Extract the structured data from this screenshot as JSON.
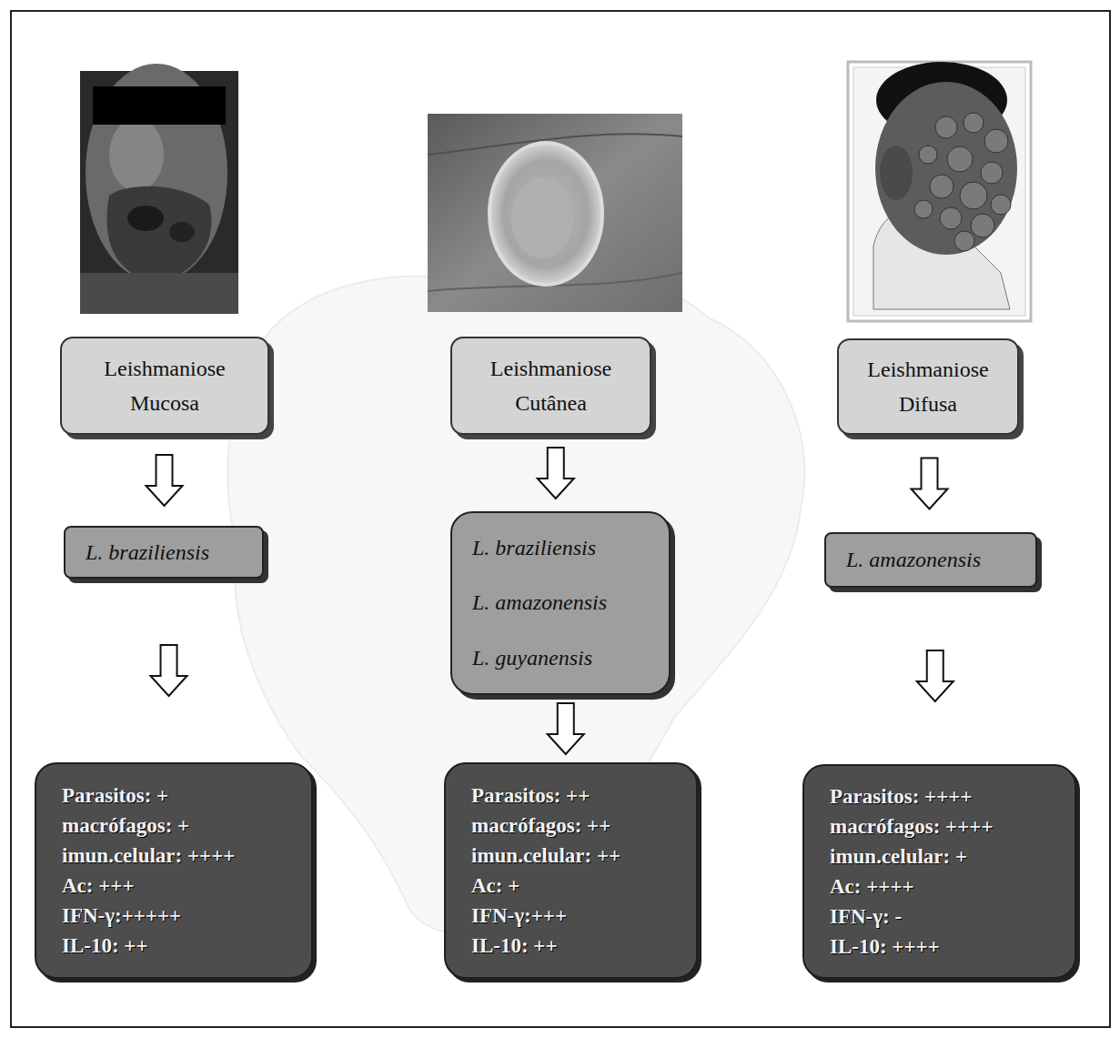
{
  "diagram": {
    "nodes": [
      {
        "text": [
          "Leishmaniose Mucosa"
        ]
      },
      {
        "text": [
          "Leishmaniose Cutânea"
        ]
      },
      {
        "text": [
          "Leishmaniose Difusa"
        ]
      },
      {
        "text": [
          "L. braziliensis"
        ]
      },
      {
        "text": [
          "L. braziliensis",
          "L. amazonensis",
          "L. guyanensis"
        ]
      },
      {
        "text": [
          "L. amazonensis"
        ]
      },
      {
        "text": [
          "Parasitos: +",
          "macrófagos: +",
          "imun.celular: ++++",
          "Ac: +++",
          "IFN-γ:+++++",
          "IL-10: ++"
        ]
      },
      {
        "text": [
          "Parasitos: ++",
          "macrófagos: ++",
          "imun.celular: ++",
          "Ac: +",
          "IFN-γ:+++",
          "IL-10: ++"
        ]
      },
      {
        "text": [
          "Parasitos: ++++",
          "macrófagos: ++++",
          "imun.celular: +",
          "Ac: ++++",
          "IFN-γ: -",
          "IL-10: ++++"
        ]
      }
    ],
    "edges": [
      {
        "from": 0,
        "to": 3,
        "arrow": "to"
      },
      {
        "from": 1,
        "to": 4,
        "arrow": "to"
      },
      {
        "from": 2,
        "to": 5,
        "arrow": "to"
      },
      {
        "from": 3,
        "to": 6,
        "arrow": "to"
      },
      {
        "from": 4,
        "to": 7,
        "arrow": "to"
      },
      {
        "from": 5,
        "to": 8,
        "arrow": "to"
      }
    ]
  }
}
